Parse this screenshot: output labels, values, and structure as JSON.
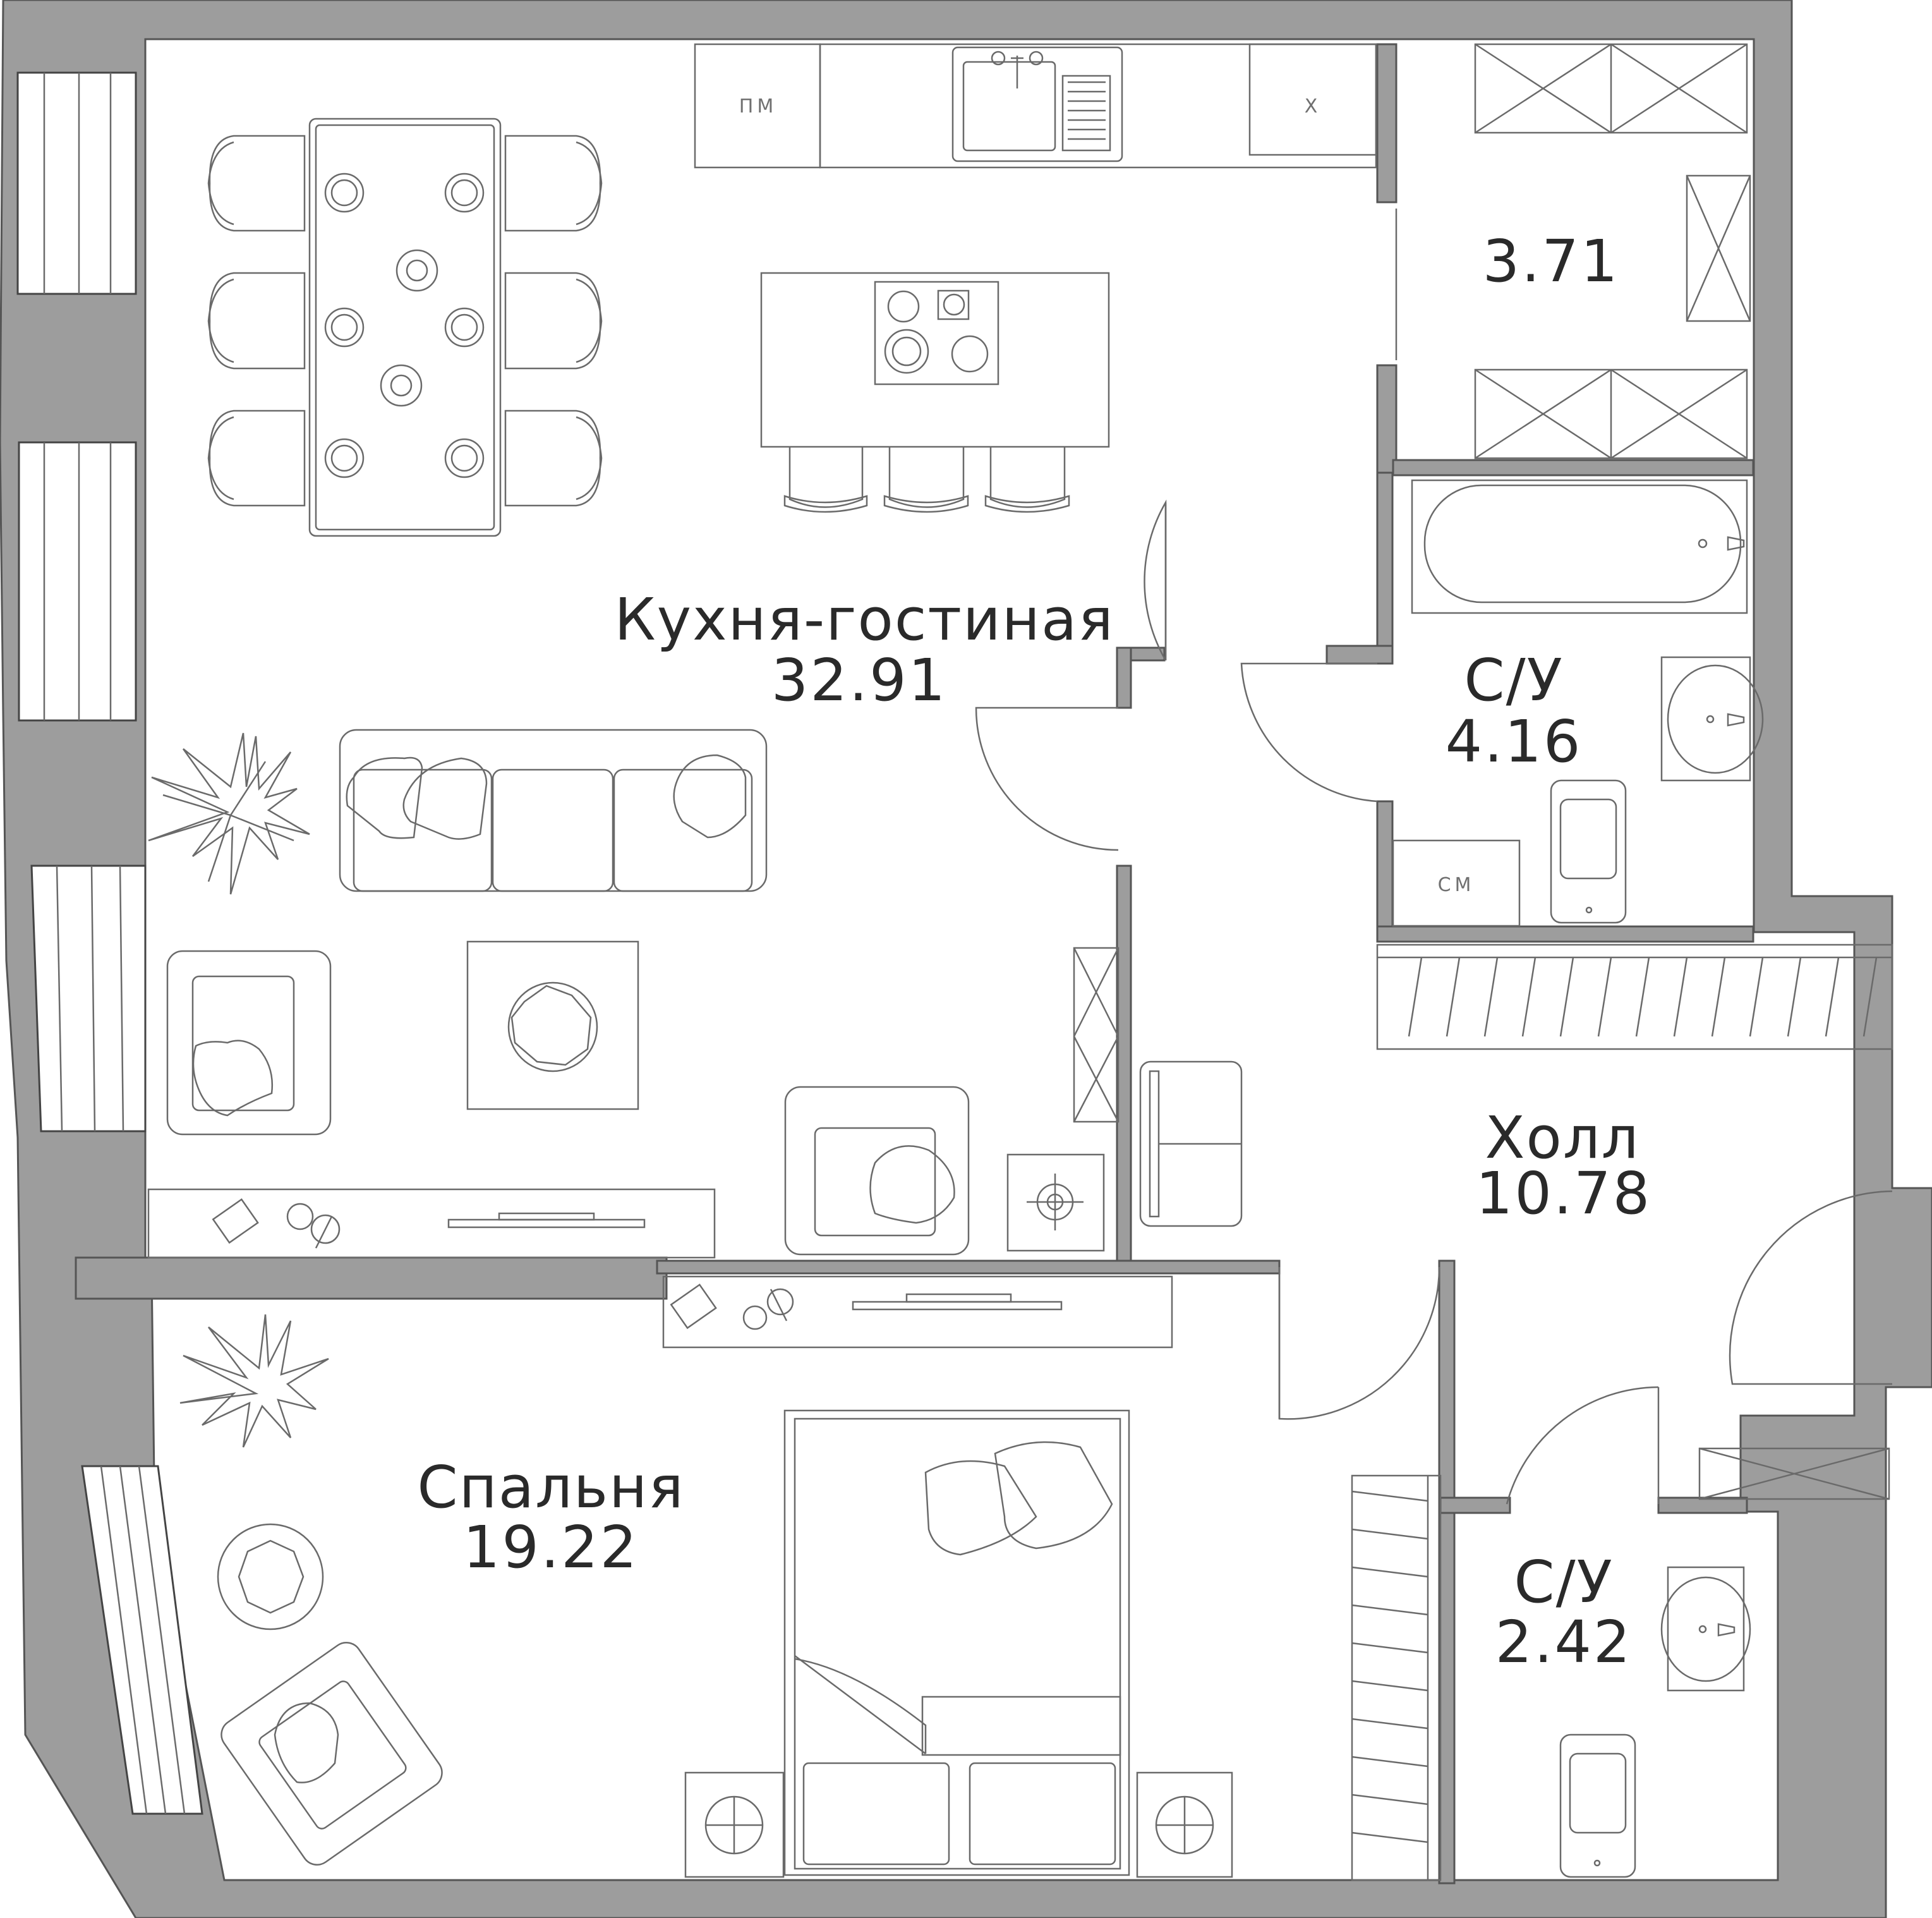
{
  "rooms": {
    "kitchen_living": {
      "name": "Кухня-гостиная",
      "area": "32.91"
    },
    "storage": {
      "name": "",
      "area": "3.71"
    },
    "bathroom_1": {
      "name": "С/У",
      "area": "4.16"
    },
    "hall": {
      "name": "Холл",
      "area": "10.78"
    },
    "bedroom": {
      "name": "Спальня",
      "area": "19.22"
    },
    "bathroom_2": {
      "name": "С/У",
      "area": "2.42"
    }
  },
  "appliances": {
    "dishwasher": "ПМ",
    "fridge": "Х",
    "washer": "СМ"
  },
  "colors": {
    "wall": "#9d9d9d",
    "line": "#6a6a6a",
    "text": "#2a2a2a"
  }
}
